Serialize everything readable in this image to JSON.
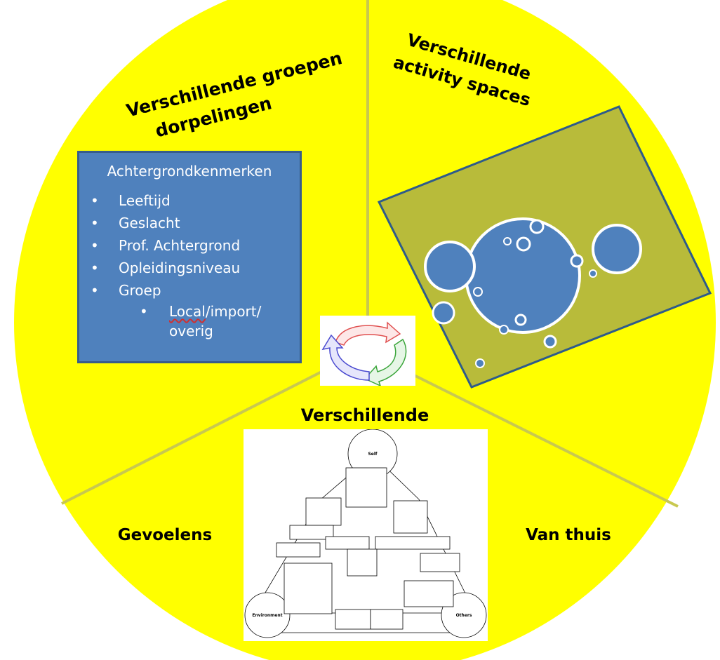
{
  "sections": {
    "top_left_title_line1": "Verschillende groepen",
    "top_left_title_line2": "dorpelingen",
    "top_right_title_line1": "Verschillende",
    "top_right_title_line2": "activity spaces",
    "bottom_center_title": "Verschillende",
    "left_label": "Gevoelens",
    "right_label": "Van thuis"
  },
  "background_box": {
    "heading": "Achtergrondkenmerken",
    "items": [
      "Leeftijd",
      "Geslacht",
      "Prof. Achtergrond",
      "Opleidingsniveau",
      "Groep"
    ],
    "sub_item_part1": "Local",
    "sub_item_part2": "/import/",
    "sub_item_part3": "overig"
  },
  "hierarchy_diagram": {
    "top_label": "Self",
    "left_label": "Environment",
    "right_label": "Others"
  },
  "colors": {
    "pie_fill": "#ffff00",
    "pie_divider": "#c8c850",
    "blue_box": "#4f81bd",
    "olive_square": "#b8bb3a",
    "circle_fill": "#4f81bd"
  }
}
